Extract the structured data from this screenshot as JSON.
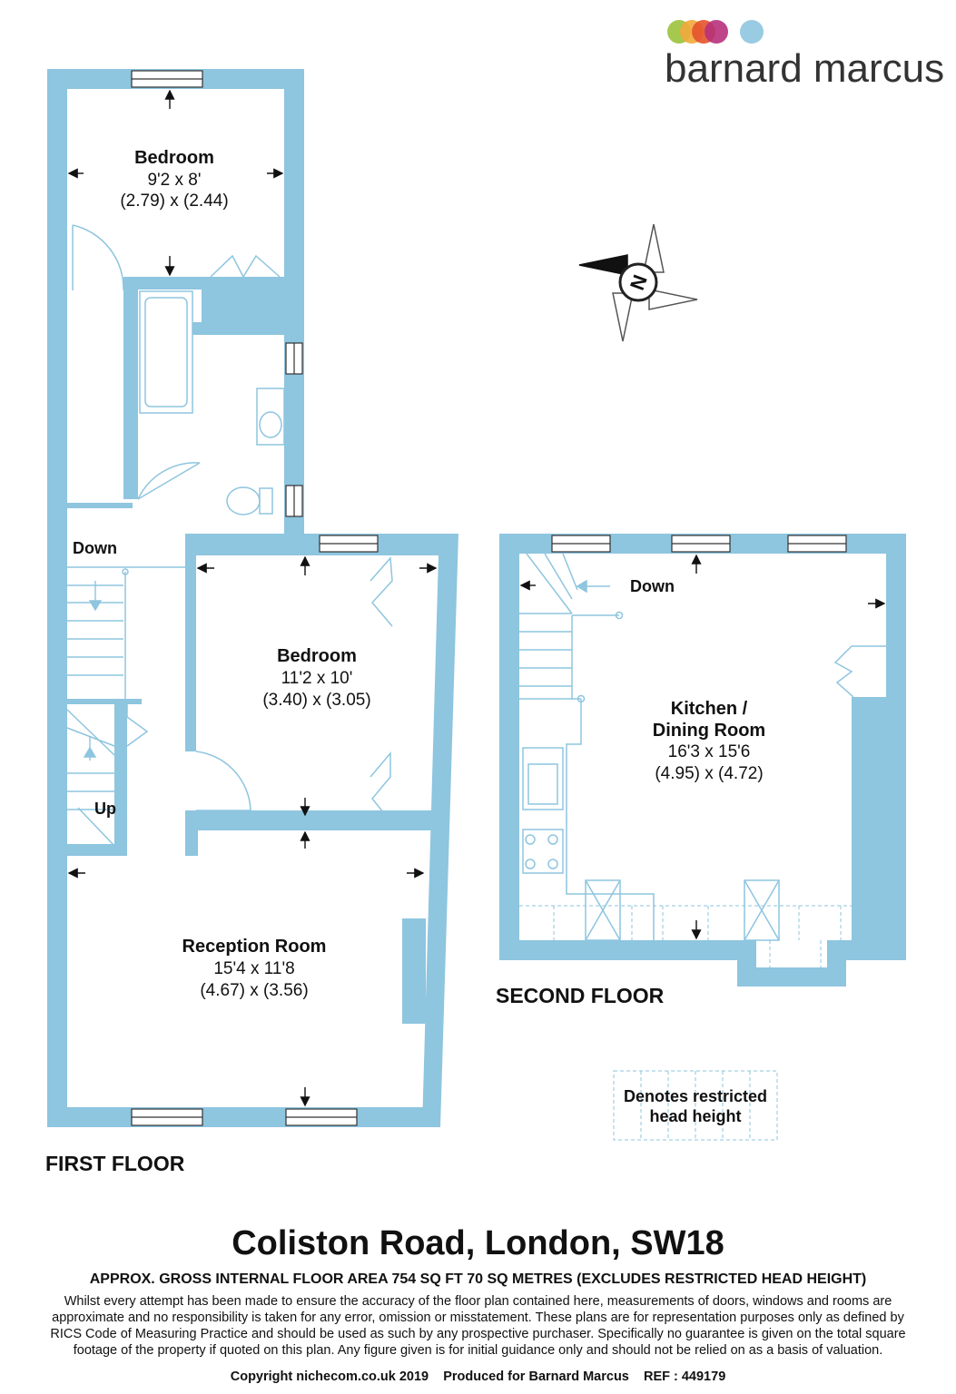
{
  "brand": {
    "name": "barnard marcus",
    "dot_colors": [
      "#9bc23c",
      "#f2a93b",
      "#e4532e",
      "#b7317a",
      "#8ec5df"
    ]
  },
  "compass": {
    "letter": "N"
  },
  "colors": {
    "wall": "#8ec5df",
    "stroke": "#8ec5df",
    "text": "#111111"
  },
  "first_floor": {
    "label": "FIRST FLOOR",
    "rooms": {
      "bedroom1": {
        "name": "Bedroom",
        "imperial": "9'2 x 8'",
        "metric": "(2.79) x (2.44)"
      },
      "bedroom2": {
        "name": "Bedroom",
        "imperial": "11'2 x 10'",
        "metric": "(3.40) x (3.05)"
      },
      "reception": {
        "name": "Reception Room",
        "imperial": "15'4 x 11'8",
        "metric": "(4.67) x (3.56)"
      }
    },
    "stairs_down": "Down",
    "stairs_up": "Up"
  },
  "second_floor": {
    "label": "SECOND FLOOR",
    "rooms": {
      "kitchen": {
        "name_line1": "Kitchen /",
        "name_line2": "Dining Room",
        "imperial": "16'3 x 15'6",
        "metric": "(4.95) x (4.72)"
      }
    },
    "stairs_down": "Down"
  },
  "legend": {
    "line1": "Denotes restricted",
    "line2": "head height"
  },
  "footer": {
    "title": "Coliston Road, London, SW18",
    "area": "APPROX. GROSS INTERNAL FLOOR AREA 754 SQ FT 70 SQ METRES (EXCLUDES RESTRICTED HEAD HEIGHT)",
    "disclaimer_lines": [
      "Whilst every attempt has been made to ensure the accuracy of the floor plan contained here, measurements of doors, windows and rooms are",
      "approximate and no responsibility is taken for any error, omission or misstatement. These plans are for representation purposes only as defined by",
      "RICS Code of Measuring Practice and should be used as such by any prospective purchaser.  Specifically no guarantee is given on the total square",
      "footage of the property if quoted on this plan. Any figure given is for initial guidance only and should not be relied on as a basis of valuation."
    ],
    "copyright": "Copyright nichecom.co.uk 2019    Produced for Barnard Marcus    REF : 449179"
  }
}
